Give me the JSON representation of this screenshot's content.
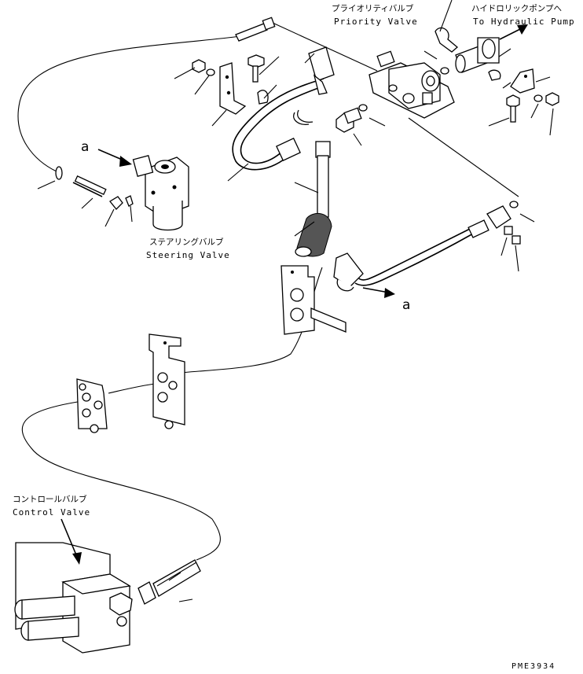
{
  "labels": {
    "priority_jp": "プライオリティバルブ",
    "priority_en": "Priority Valve",
    "pump_jp": "ハイドロリックポンプへ",
    "pump_en": "To Hydraulic Pump",
    "steering_jp": "ステアリングバルブ",
    "steering_en": "Steering Valve",
    "control_jp": "コントロールバルブ",
    "control_en": "Control Valve",
    "ref_a_top": "a",
    "ref_a_right": "a",
    "drawing_code": "PME3934"
  }
}
